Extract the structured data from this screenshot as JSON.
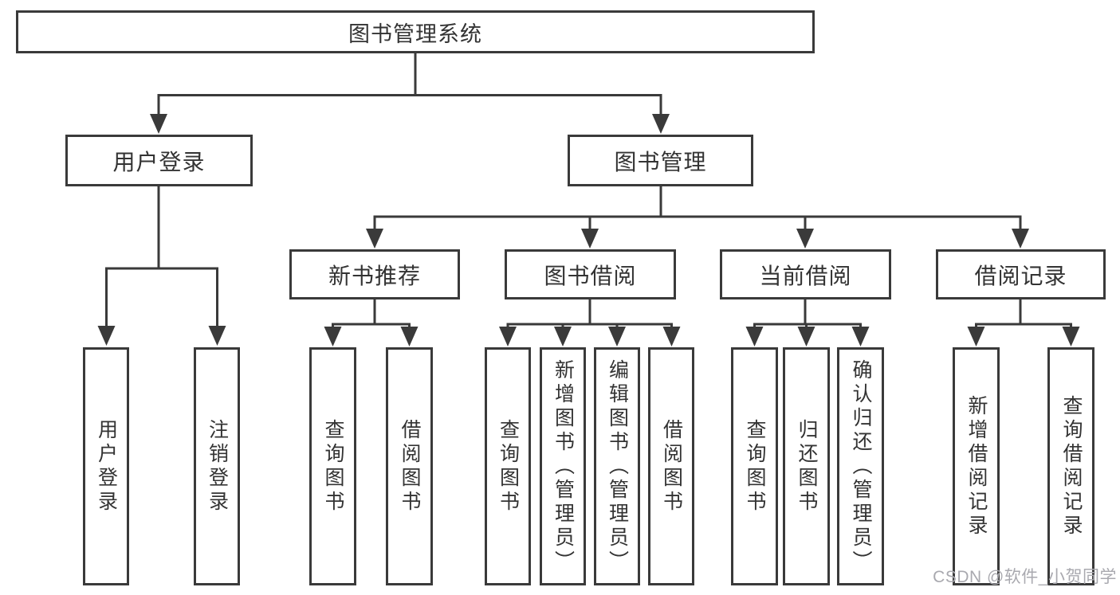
{
  "diagram": {
    "root": {
      "label": "图书管理系统"
    },
    "level1": [
      {
        "id": "user-login",
        "label": "用户登录"
      },
      {
        "id": "book-management",
        "label": "图书管理"
      }
    ],
    "level2": [
      {
        "id": "new-book-recommend",
        "label": "新书推荐"
      },
      {
        "id": "book-borrowing",
        "label": "图书借阅"
      },
      {
        "id": "current-borrowing",
        "label": "当前借阅"
      },
      {
        "id": "borrowing-records",
        "label": "借阅记录"
      }
    ],
    "leaves": {
      "user_login": [
        "用户登录",
        "注销登录"
      ],
      "new_book_recommend": [
        "查询图书",
        "借阅图书"
      ],
      "book_borrowing": [
        "查询图书",
        "新增图书（管理员）",
        "编辑图书（管理员）",
        "借阅图书"
      ],
      "current_borrowing": [
        "查询图书",
        "归还图书",
        "确认归还（管理员）"
      ],
      "borrowing_records": [
        "新增借阅记录",
        "查询借阅记录"
      ]
    }
  },
  "watermark": {
    "text": "CSDN @软件_小贺同学"
  },
  "colors": {
    "line": "#3a3a3a",
    "text": "#333333",
    "watermark": "#a9a9af",
    "background": "#ffffff"
  }
}
